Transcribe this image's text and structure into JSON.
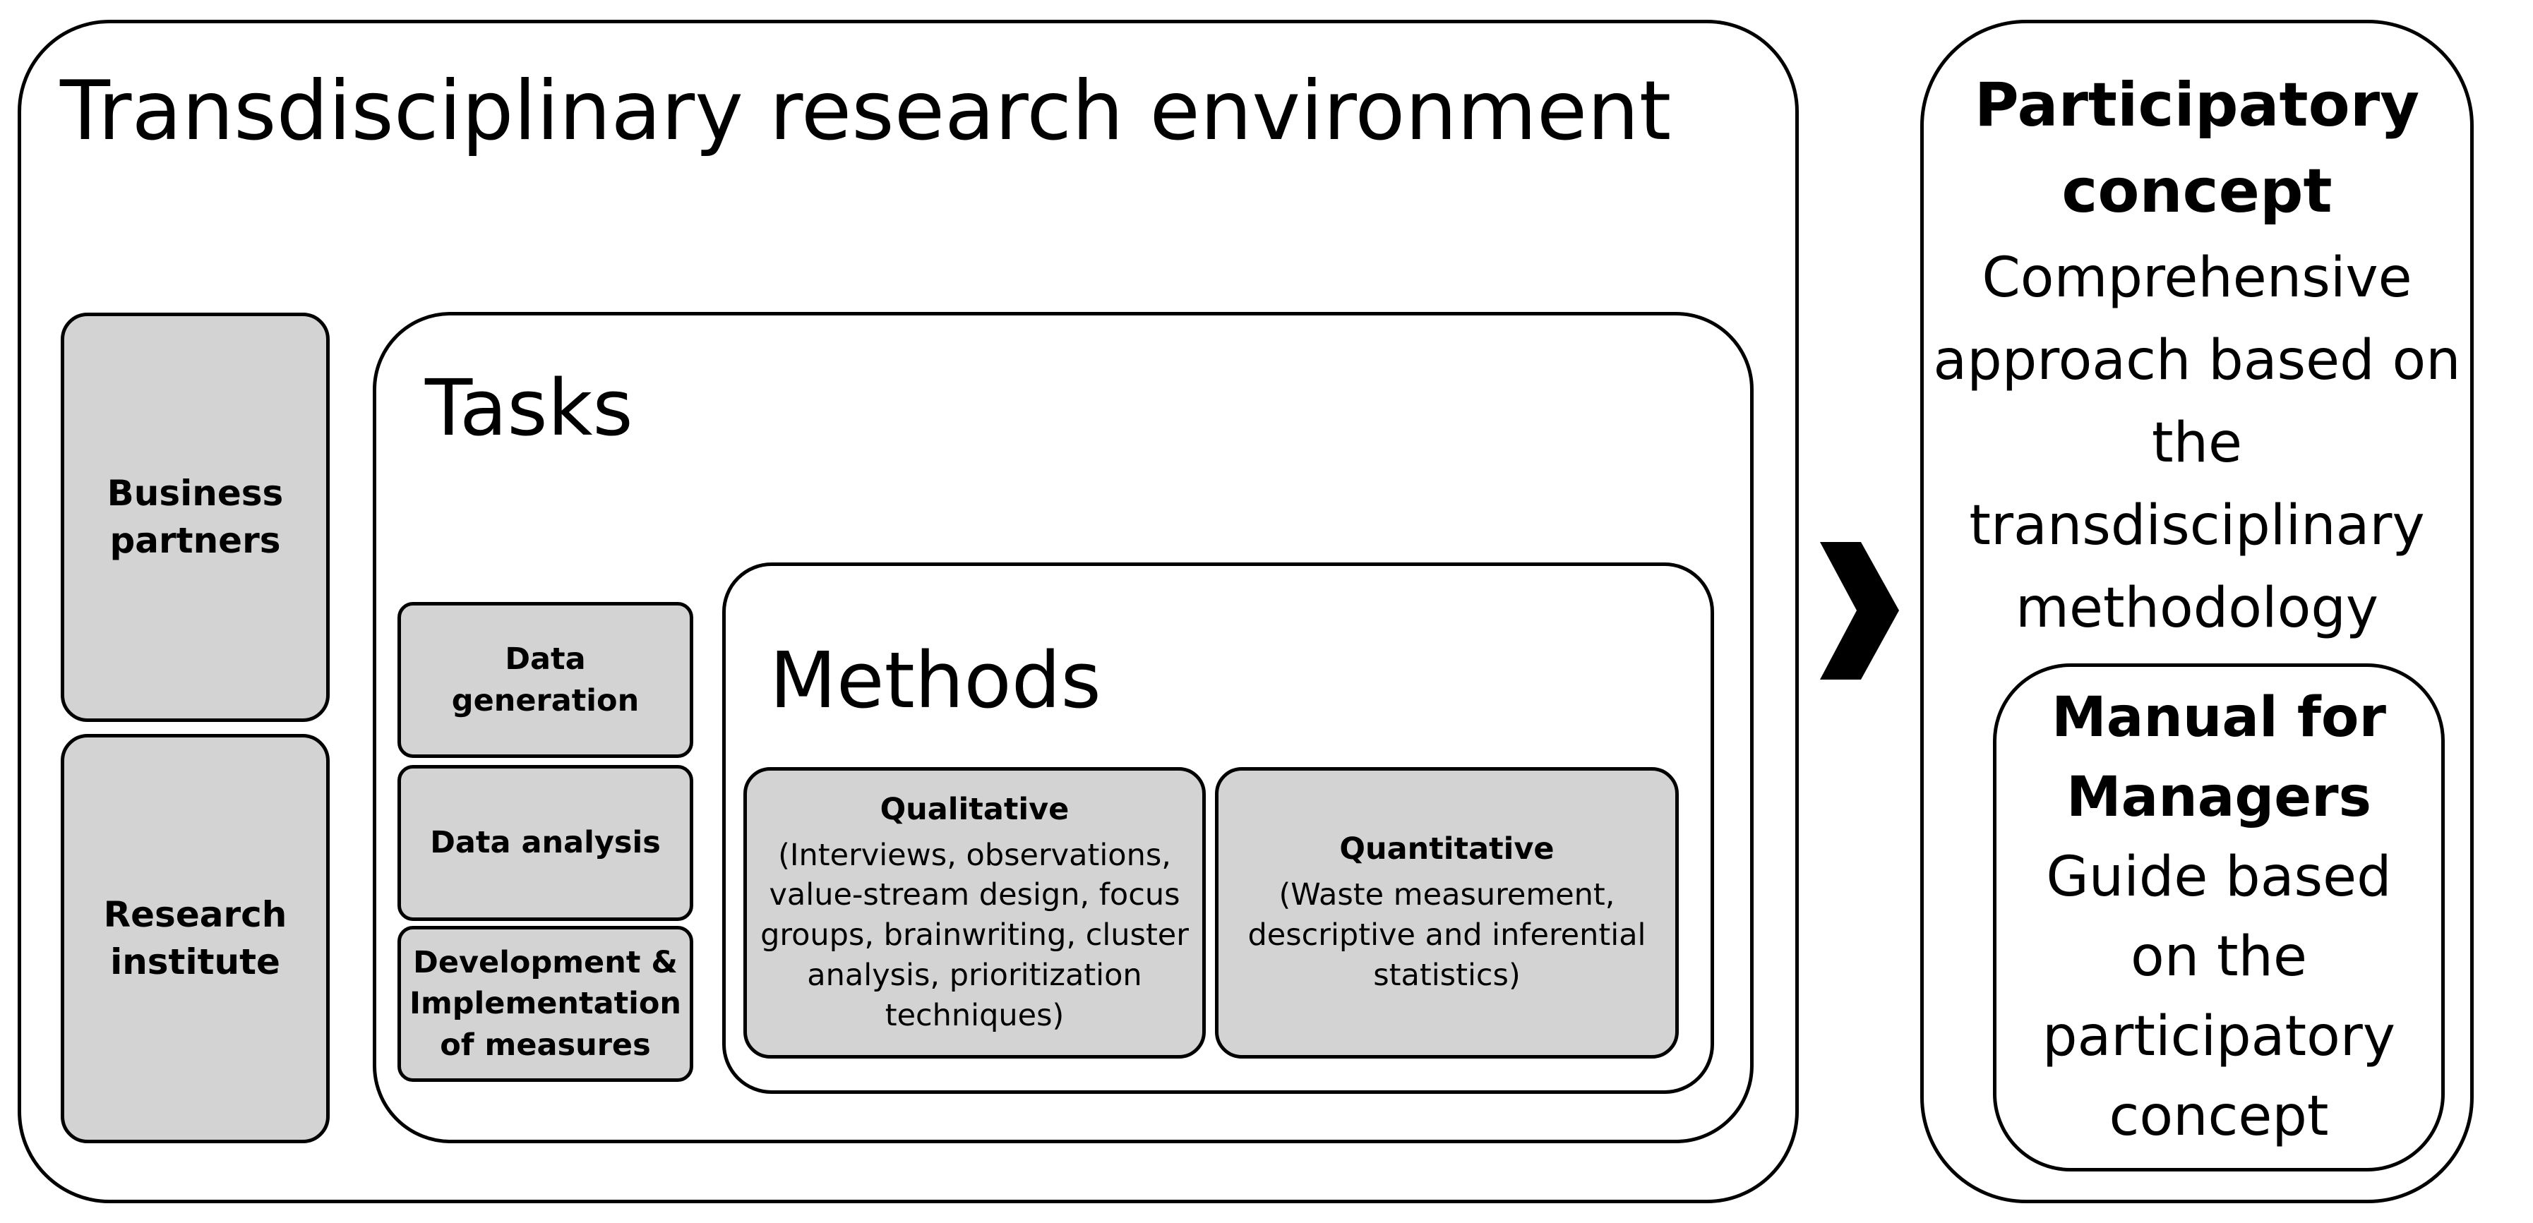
{
  "environment": {
    "title": "Transdisciplinary research environment"
  },
  "actors": [
    {
      "label": "Business partners"
    },
    {
      "label": "Research institute"
    }
  ],
  "tasks": {
    "title": "Tasks",
    "items": [
      {
        "label": "Data generation"
      },
      {
        "label": "Data analysis"
      },
      {
        "label": "Development & Implementation of measures"
      }
    ]
  },
  "methods": {
    "title": "Methods",
    "qualitative": {
      "title": "Qualitative",
      "description": "(Interviews, observations, value-stream design, focus groups, brainwriting, cluster analysis, prioritization techniques)"
    },
    "quantitative": {
      "title": "Quantitative",
      "description": "(Waste measurement, descriptive and inferential statistics)"
    }
  },
  "concept": {
    "title": "Participatory concept",
    "description": "Comprehensive approach based on the transdisciplinary methodology"
  },
  "manual": {
    "title": "Manual for Managers",
    "description": "Guide based on the participatory concept"
  },
  "colors": {
    "box_fill": "#d3d3d3",
    "border": "#000000",
    "background": "#ffffff"
  },
  "icons": {
    "arrow": "chevron-right-icon"
  }
}
